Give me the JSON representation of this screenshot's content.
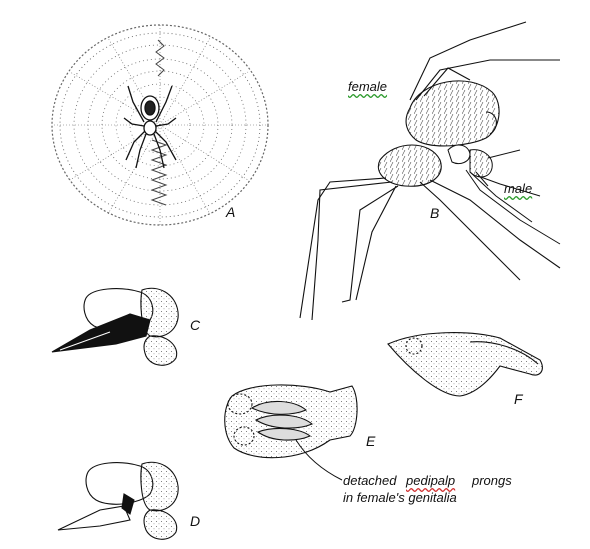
{
  "panels": {
    "a": "A",
    "b": "B",
    "c": "C",
    "d": "D",
    "e": "E",
    "f": "F"
  },
  "labels": {
    "female": "female",
    "male": "male"
  },
  "annotation": {
    "line1_word1": "detached",
    "line1_word2": "pedipalp",
    "line1_word3": "prongs",
    "line2": "in female's genitalia"
  }
}
